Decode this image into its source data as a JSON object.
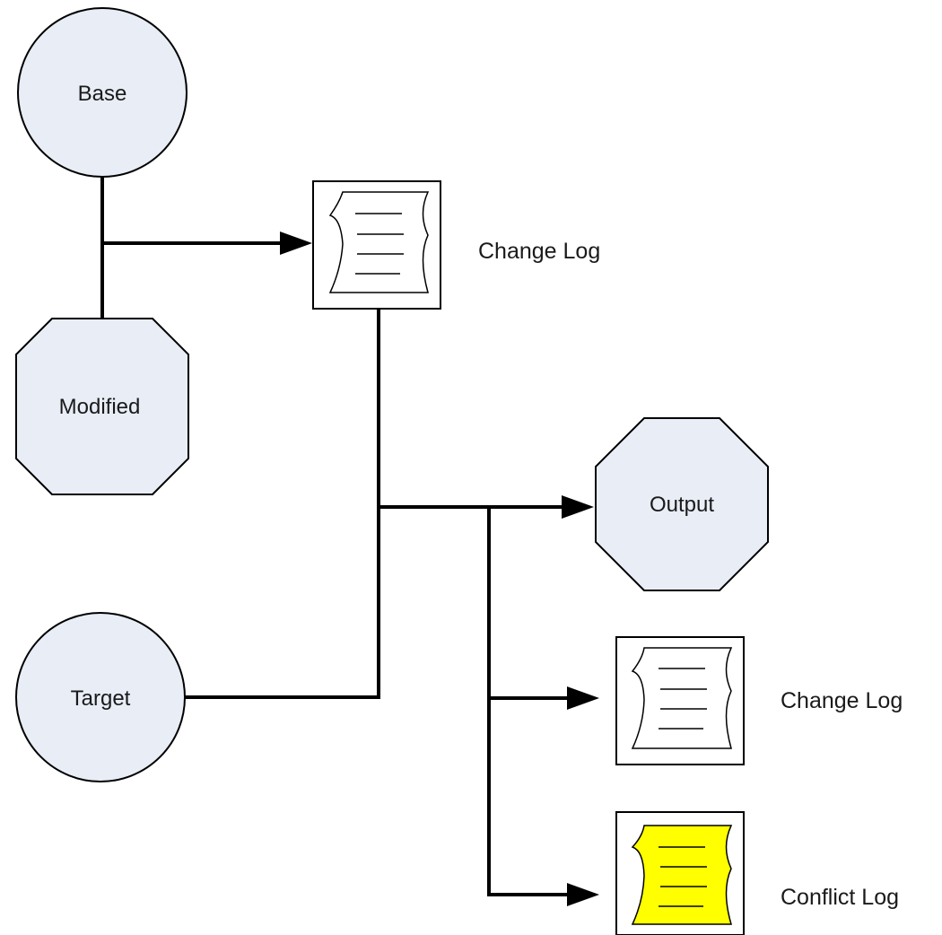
{
  "nodes": {
    "base": {
      "label": "Base"
    },
    "modified": {
      "label": "Modified"
    },
    "target": {
      "label": "Target"
    },
    "output": {
      "label": "Output"
    }
  },
  "documents": {
    "change_log_top": {
      "label": "Change Log"
    },
    "change_log_bottom": {
      "label": "Change Log"
    },
    "conflict_log": {
      "label": "Conflict Log"
    }
  },
  "colors": {
    "node_fill": "#e8edf6",
    "stroke": "#000000",
    "doc_fill": "#ffffff",
    "conflict_fill": "#ffff00"
  },
  "icons": [
    "document-icon",
    "document-icon",
    "conflict-document-icon"
  ]
}
